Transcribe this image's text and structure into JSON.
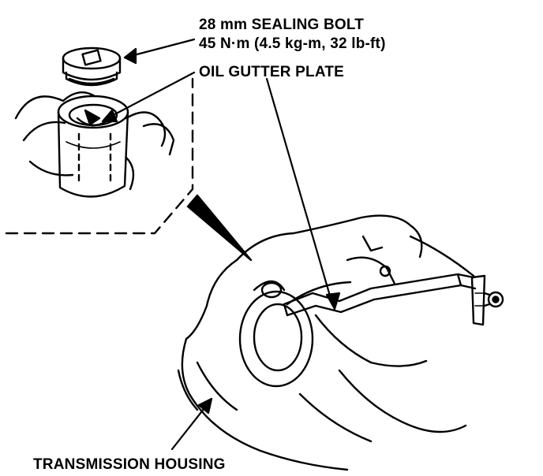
{
  "labels": {
    "sealing_bolt": "28 mm SEALING BOLT",
    "torque": "45 N·m (4.5 kg-m, 32 lb-ft)",
    "oil_gutter_plate": "OIL GUTTER PLATE",
    "transmission_housing": "TRANSMISSION HOUSING"
  },
  "colors": {
    "ink": "#000000",
    "paper": "#ffffff"
  }
}
